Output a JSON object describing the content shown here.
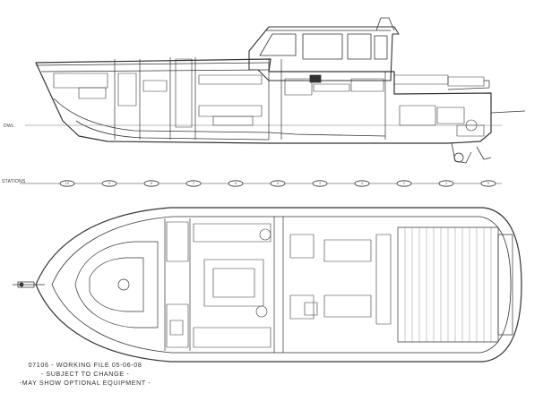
{
  "profile": {
    "waterline_label": "DWL"
  },
  "stations": {
    "label": "STATIONS",
    "tags": [
      "10",
      "9",
      "8",
      "7",
      "6",
      "5",
      "4",
      "3",
      "2",
      "1",
      "0"
    ]
  },
  "notes": {
    "line1": "07106 - WORKING FILE 05-06-08",
    "line2": "- SUBJECT TO CHANGE -",
    "line3": "-MAY SHOW OPTIONAL EQUIPMENT -"
  }
}
